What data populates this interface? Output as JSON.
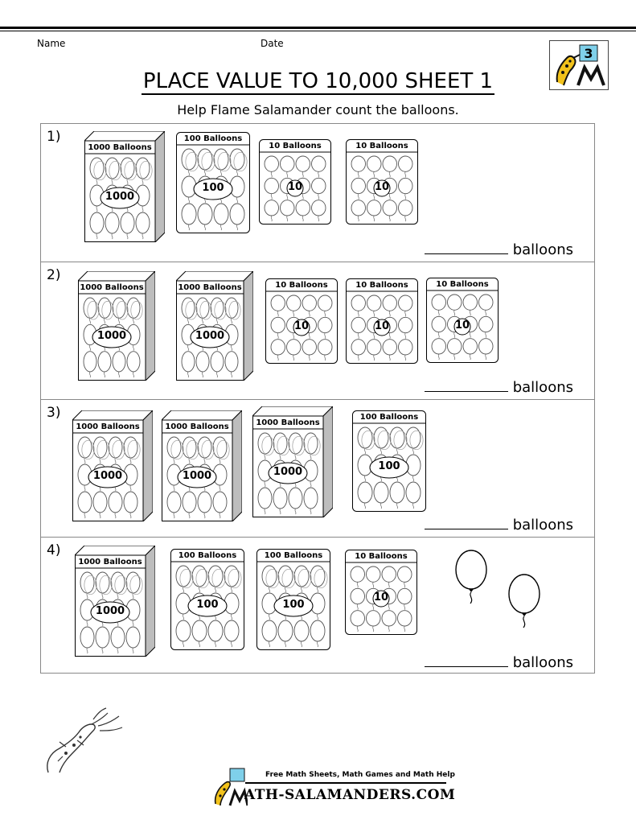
{
  "header": {
    "name_label": "Name",
    "date_label": "Date",
    "grade_badge": "3"
  },
  "title": "PLACE VALUE TO 10,000 SHEET 1",
  "subtitle": "Help Flame Salamander count the balloons.",
  "answer_suffix": "balloons",
  "questions": [
    {
      "number": "1)",
      "blocks": [
        {
          "label": "1000 Balloons",
          "value": "1000"
        },
        {
          "label": "100 Balloons",
          "value": "100"
        },
        {
          "label": "10 Balloons",
          "value": "10"
        },
        {
          "label": "10 Balloons",
          "value": "10"
        }
      ],
      "loose_balloons": 0
    },
    {
      "number": "2)",
      "blocks": [
        {
          "label": "1000 Balloons",
          "value": "1000"
        },
        {
          "label": "1000 Balloons",
          "value": "1000"
        },
        {
          "label": "10 Balloons",
          "value": "10"
        },
        {
          "label": "10 Balloons",
          "value": "10"
        },
        {
          "label": "10 Balloons",
          "value": "10"
        }
      ],
      "loose_balloons": 0
    },
    {
      "number": "3)",
      "blocks": [
        {
          "label": "1000 Balloons",
          "value": "1000"
        },
        {
          "label": "1000 Balloons",
          "value": "1000"
        },
        {
          "label": "1000 Balloons",
          "value": "1000"
        },
        {
          "label": "100 Balloons",
          "value": "100"
        }
      ],
      "loose_balloons": 0
    },
    {
      "number": "4)",
      "blocks": [
        {
          "label": "1000 Balloons",
          "value": "1000"
        },
        {
          "label": "100 Balloons",
          "value": "100"
        },
        {
          "label": "100 Balloons",
          "value": "100"
        },
        {
          "label": "10 Balloons",
          "value": "10"
        }
      ],
      "loose_balloons": 2
    }
  ],
  "footer": {
    "tagline": "Free Math Sheets, Math Games and Math Help",
    "brand": "ATH-SALAMANDERS.COM"
  },
  "icons": [
    "salamander-logo-icon",
    "salamander-drawing-icon",
    "balloon-icon"
  ]
}
